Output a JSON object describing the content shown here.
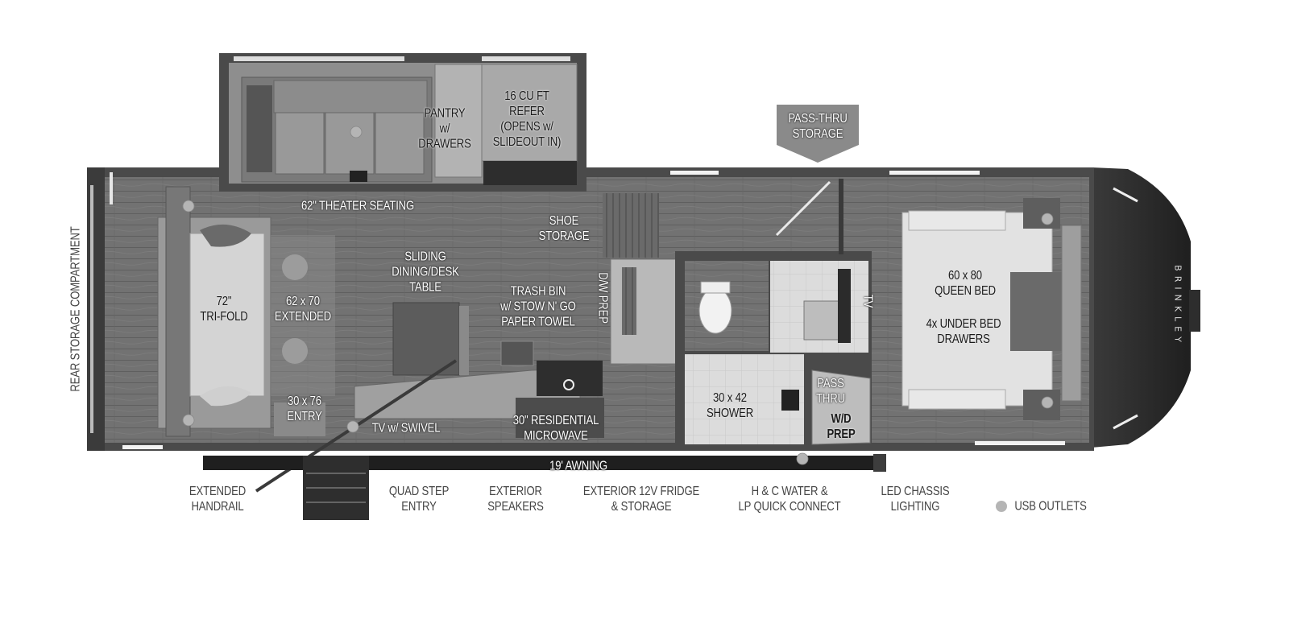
{
  "brand": "BRINKLEY",
  "interior_labels": {
    "pantry": "PANTRY\nw/\nDRAWERS",
    "refer": "16 CU FT\nREFER\n(OPENS w/\nSLIDEOUT IN)",
    "pass_thru_storage": "PASS-THRU\nSTORAGE",
    "theater_seating": "62\" THEATER SEATING",
    "shoe_storage": "SHOE\nSTORAGE",
    "dining_table": "SLIDING\nDINING/DESK\nTABLE",
    "trash_bin": "TRASH BIN\nw/ STOW N' GO\nPAPER TOWEL",
    "dw_prep": "D/W PREP",
    "tri_fold": "72\"\nTRI-FOLD",
    "extended": "62 x 70\nEXTENDED",
    "entry_door": "30 x 76\nENTRY",
    "tv_swivel": "TV w/ SWIVEL",
    "microwave": "30\" RESIDENTIAL\nMICROWAVE",
    "rear_storage": "REAR STORAGE COMPARTMENT",
    "shower": "30 x 42\nSHOWER",
    "pass_thru": "PASS\nTHRU",
    "wd_prep": "W/D\nPREP",
    "tv": "TV",
    "queen_bed": "60 x 80\nQUEEN BED",
    "drawers": "4x UNDER BED\nDRAWERS",
    "awning": "19' AWNING"
  },
  "exterior_labels": {
    "handrail": "EXTENDED\nHANDRAIL",
    "quad_step": "QUAD STEP\nENTRY",
    "speakers": "EXTERIOR\nSPEAKERS",
    "fridge": "EXTERIOR 12V FRIDGE\n& STORAGE",
    "water": "H & C WATER &\nLP QUICK CONNECT",
    "chassis": "LED CHASSIS\nLIGHTING"
  },
  "legend": {
    "usb": "USB OUTLETS"
  },
  "colors": {
    "wall": "#4a4a4a",
    "floor": "#6f6f6f",
    "tile": "#d8d8d8",
    "cap": "#2b2b2b",
    "cabinet": "#9a9a9a",
    "usb_dot": "#b5b5b5"
  }
}
